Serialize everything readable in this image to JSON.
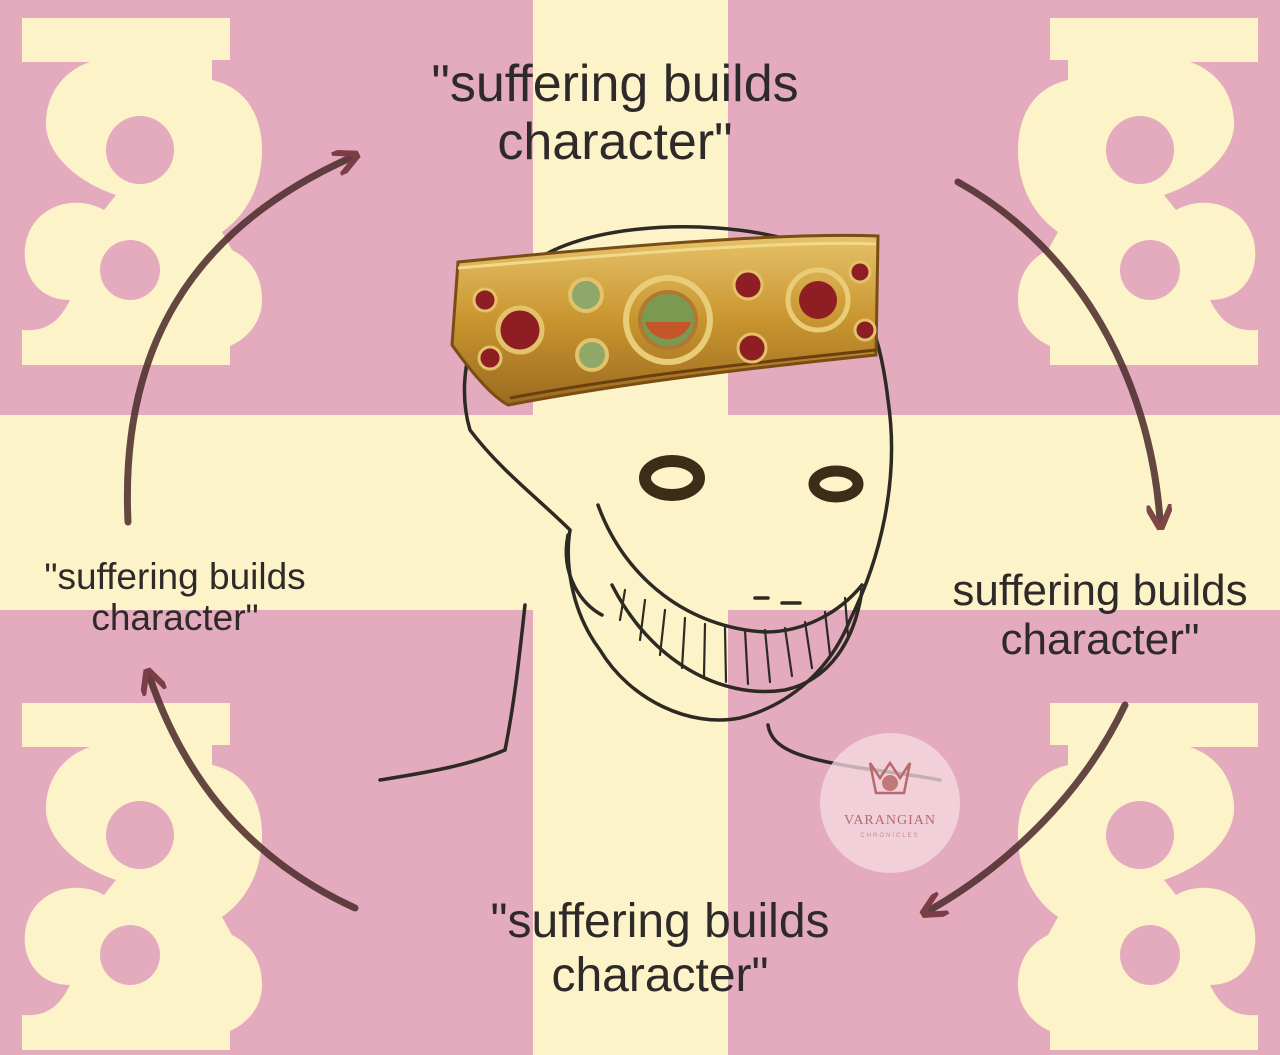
{
  "colors": {
    "pink": "#e4aabd",
    "cream": "#fdf3c8",
    "arrow": "#4a2a2a",
    "line": "#2d2a24",
    "crown_gold": "#c99a35",
    "crown_red": "#8e1e24",
    "gem_green": "#7a9a52"
  },
  "captions": {
    "top": {
      "line1": "\"suffering builds",
      "line2": "character\""
    },
    "right": {
      "line1": "suffering builds",
      "line2": "character\""
    },
    "bottom": {
      "line1": "\"suffering builds",
      "line2": "character\""
    },
    "left": {
      "line1": "\"suffering builds",
      "line2": "character\""
    }
  },
  "watermark": {
    "brand": "VARANGIAN",
    "sub": "CHRONICLES"
  },
  "icons": [
    "byzantine-flag",
    "crown-icon",
    "wojak-face",
    "watermark-emblem-icon"
  ]
}
